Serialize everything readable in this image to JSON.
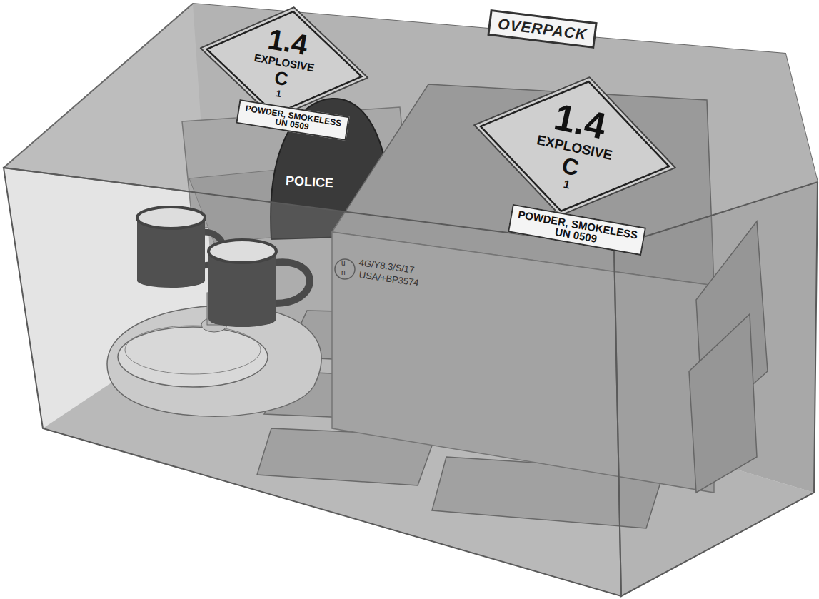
{
  "diagram": {
    "nodes": [
      {
        "text": [
          "OVERPACK"
        ]
      },
      {
        "text": [
          "1.4",
          "EXPLOSIVE",
          "C",
          "1"
        ]
      },
      {
        "text": [
          "POWDER, SMOKELESS",
          "UN 0509"
        ]
      },
      {
        "text": [
          "1.4",
          "EXPLOSIVE",
          "C",
          "1"
        ]
      },
      {
        "text": [
          "POWDER, SMOKELESS",
          "UN 0509"
        ]
      }
    ],
    "labels": [
      "POLICE",
      "u",
      "n",
      "4G/Y8.3/S/17",
      "USA/+BP3574"
    ]
  }
}
